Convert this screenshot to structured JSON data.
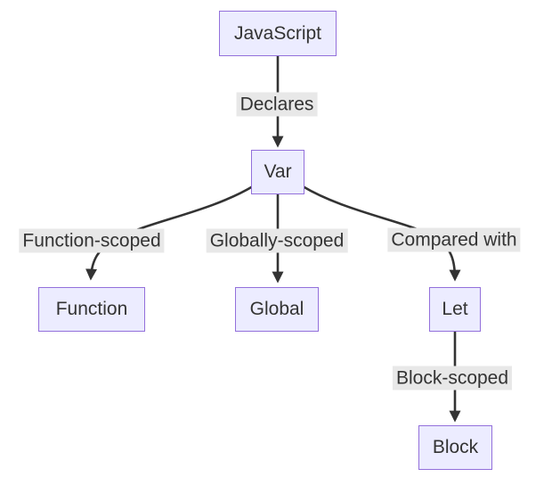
{
  "diagram": {
    "type": "flowchart",
    "direction": "top-down",
    "colors": {
      "background": "#ffffff",
      "node_fill": "#ECECFF",
      "node_border": "#9370DB",
      "edge_line": "#333333",
      "edge_label_bg": "#e8e8e8",
      "text": "#333333"
    },
    "nodes": {
      "javascript": {
        "label": "JavaScript"
      },
      "var": {
        "label": "Var"
      },
      "function": {
        "label": "Function"
      },
      "global": {
        "label": "Global"
      },
      "let": {
        "label": "Let"
      },
      "block": {
        "label": "Block"
      }
    },
    "edges": {
      "declares": {
        "label": "Declares",
        "from": "JavaScript",
        "to": "Var"
      },
      "function_scoped": {
        "label": "Function-scoped",
        "from": "Var",
        "to": "Function"
      },
      "globally_scoped": {
        "label": "Globally-scoped",
        "from": "Var",
        "to": "Global"
      },
      "compared_with": {
        "label": "Compared with",
        "from": "Var",
        "to": "Let"
      },
      "block_scoped": {
        "label": "Block-scoped",
        "from": "Let",
        "to": "Block"
      }
    }
  }
}
